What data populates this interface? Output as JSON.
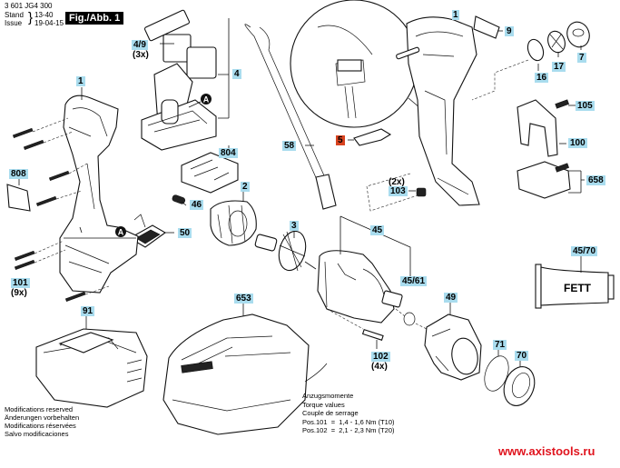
{
  "header": {
    "part_number": "3 601 JG4 300",
    "stand_label": "Stand",
    "issue_label": "Issue",
    "stand_value": "13-40",
    "issue_value": "19-04-15",
    "figure_label": "Fig./Abb. 1"
  },
  "parts": [
    {
      "id": "4/9",
      "qty": "(3x)"
    },
    {
      "id": "4"
    },
    {
      "id": "804"
    },
    {
      "id": "1",
      "location": "left-housing"
    },
    {
      "id": "1",
      "location": "right-housing"
    },
    {
      "id": "808"
    },
    {
      "id": "46"
    },
    {
      "id": "50"
    },
    {
      "id": "101",
      "qty": "(9x)"
    },
    {
      "id": "2"
    },
    {
      "id": "3"
    },
    {
      "id": "58"
    },
    {
      "id": "5",
      "highlight": true
    },
    {
      "id": "103",
      "qty": "(2x)"
    },
    {
      "id": "9"
    },
    {
      "id": "16"
    },
    {
      "id": "17"
    },
    {
      "id": "7"
    },
    {
      "id": "105"
    },
    {
      "id": "100"
    },
    {
      "id": "658"
    },
    {
      "id": "45"
    },
    {
      "id": "45/61"
    },
    {
      "id": "45/70"
    },
    {
      "id": "49"
    },
    {
      "id": "71"
    },
    {
      "id": "70"
    },
    {
      "id": "102",
      "qty": "(4x)"
    },
    {
      "id": "91"
    },
    {
      "id": "653"
    }
  ],
  "labels": {
    "p4_9": "4/9",
    "p4_9_qty": "(3x)",
    "p4": "4",
    "p804": "804",
    "p1_left": "1",
    "p1_right": "1",
    "p808": "808",
    "p46": "46",
    "p50": "50",
    "p101": "101",
    "p101_qty": "(9x)",
    "p2": "2",
    "p3": "3",
    "p58": "58",
    "p5": "5",
    "p103": "103",
    "p103_qty": "(2x)",
    "p9": "9",
    "p16": "16",
    "p17": "17",
    "p7": "7",
    "p105": "105",
    "p100": "100",
    "p658": "658",
    "p45": "45",
    "p45_61": "45/61",
    "p45_70": "45/70",
    "p49": "49",
    "p71": "71",
    "p70": "70",
    "p102": "102",
    "p102_qty": "(4x)",
    "p91": "91",
    "p653": "653"
  },
  "callout_marker": "A",
  "grease_tube_text": "FETT",
  "modifications": [
    "Modifications reserved",
    "Änderungen vorbehalten",
    "Modifications réservées",
    "Salvo modificaciones"
  ],
  "torque": {
    "lines": [
      "Anzugsmomente",
      "Torque values",
      "Couple de serrage",
      "Pos.101  =  1,4 - 1,6 Nm (T10)",
      "Pos.102  =  2,1 - 2,3 Nm (T20)"
    ]
  },
  "website": "www.axistools.ru",
  "colors": {
    "label_bg": "#a9dcee",
    "highlight_label_bg": "#d8431f",
    "website_text": "#e0141e"
  }
}
